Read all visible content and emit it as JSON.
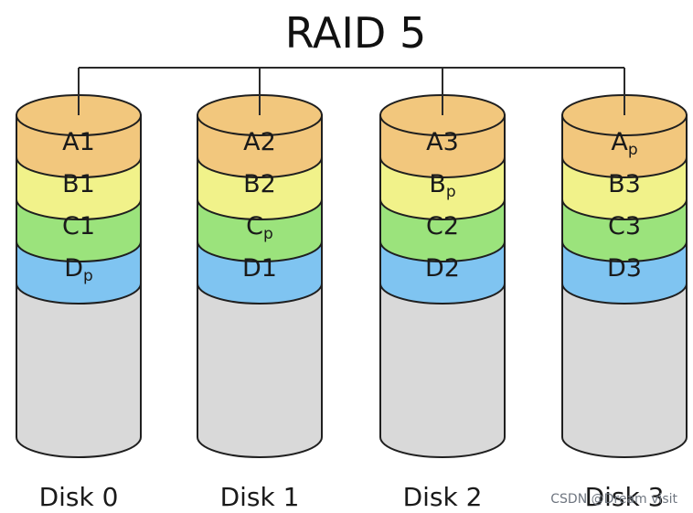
{
  "title": "RAID 5",
  "disks": [
    {
      "label": "Disk 0",
      "blocks": [
        {
          "base": "A1",
          "sub": ""
        },
        {
          "base": "B1",
          "sub": ""
        },
        {
          "base": "C1",
          "sub": ""
        },
        {
          "base": "D",
          "sub": "p"
        }
      ]
    },
    {
      "label": "Disk 1",
      "blocks": [
        {
          "base": "A2",
          "sub": ""
        },
        {
          "base": "B2",
          "sub": ""
        },
        {
          "base": "C",
          "sub": "p"
        },
        {
          "base": "D1",
          "sub": ""
        }
      ]
    },
    {
      "label": "Disk 2",
      "blocks": [
        {
          "base": "A3",
          "sub": ""
        },
        {
          "base": "B",
          "sub": "p"
        },
        {
          "base": "C2",
          "sub": ""
        },
        {
          "base": "D2",
          "sub": ""
        }
      ]
    },
    {
      "label": "Disk 3",
      "blocks": [
        {
          "base": "A",
          "sub": "p"
        },
        {
          "base": "B3",
          "sub": ""
        },
        {
          "base": "C3",
          "sub": ""
        },
        {
          "base": "D3",
          "sub": ""
        }
      ]
    }
  ],
  "colors": {
    "row_a": "#f2c77d",
    "row_b": "#f1f28a",
    "row_c": "#9be37c",
    "row_d": "#7fc4f1",
    "body": "#d9d9d9",
    "outline": "#1f1f1f",
    "connector": "#2a2a2a"
  },
  "watermark": "CSDN @Dream visit"
}
